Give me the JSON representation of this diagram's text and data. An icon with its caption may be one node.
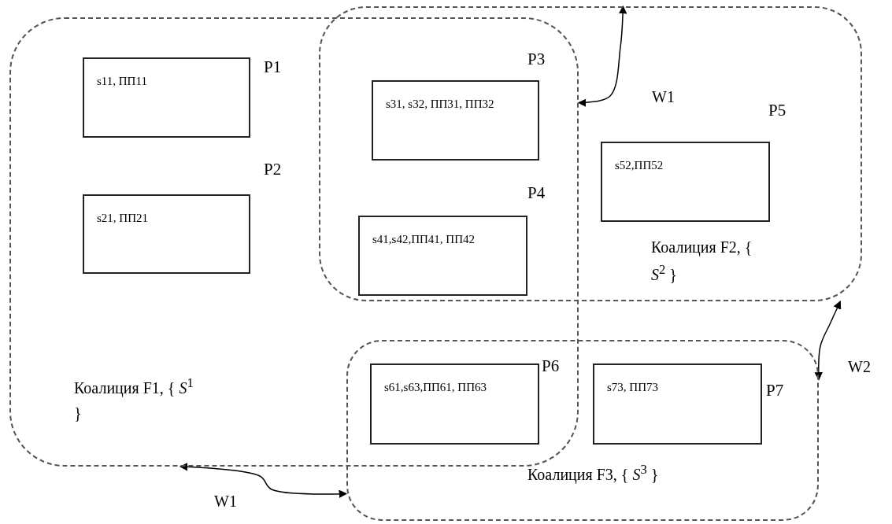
{
  "diagram": {
    "nodes": [
      {
        "text": [
          "Коалиция F1, { *S*$^{1}$ }"
        ]
      },
      {
        "text": [
          "s11, ПП11"
        ],
        "in": 0
      },
      {
        "text": [
          "s21, ПП21"
        ],
        "in": 0
      },
      {
        "text": [
          "Коалиция F2, { *S*$^{2}$ }"
        ]
      },
      {
        "text": [
          "s31, s32, ПП31, ПП32"
        ]
      },
      {
        "text": [
          "s41,s42,ПП41, ПП42"
        ]
      },
      {
        "text": [
          "s52,ПП52"
        ],
        "in": 3
      },
      {
        "text": [
          "Коалиция F3, { *S*$^{3}$ }"
        ]
      },
      {
        "text": [
          "s61,s63,ПП61, ПП63"
        ]
      },
      {
        "text": [
          "s73, ПП73"
        ],
        "in": 7
      }
    ],
    "edges": [
      {
        "from": 0,
        "to": 3,
        "arrow": "both",
        "label": "W1"
      },
      {
        "from": 0,
        "to": 7,
        "arrow": "both",
        "label": "W1"
      },
      {
        "from": 3,
        "to": 7,
        "arrow": "both",
        "label": "W2"
      }
    ],
    "labels": [
      "P1",
      "P3",
      "P2",
      "P5",
      "P4",
      "P6",
      "P7"
    ]
  }
}
